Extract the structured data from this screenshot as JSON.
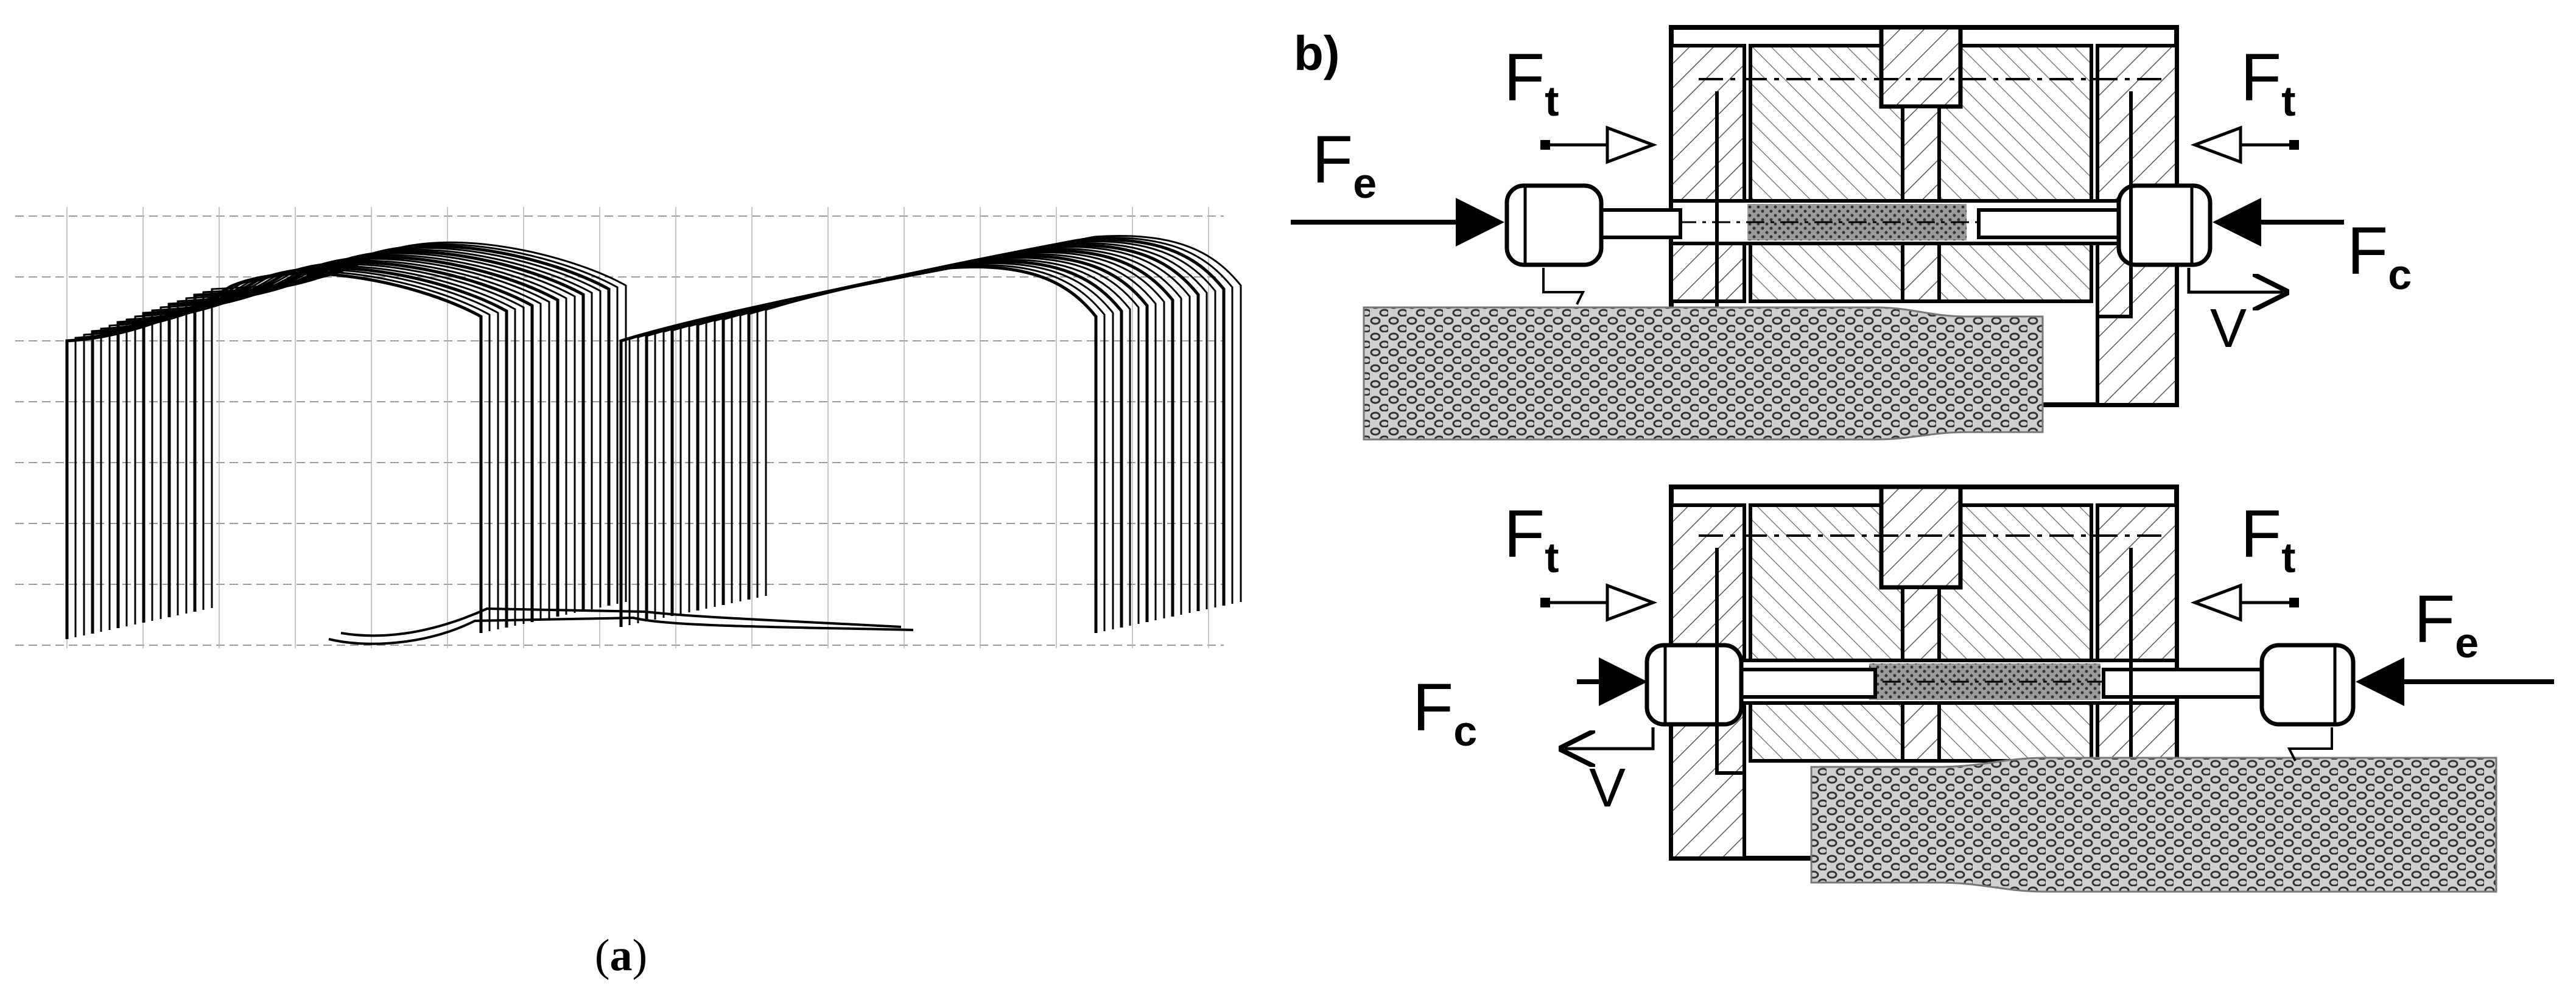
{
  "panel_a": {
    "caption_open": "(",
    "caption_letter": "a",
    "caption_close": ")"
  },
  "panel_b": {
    "label": "b)",
    "top": {
      "force_tool_left": {
        "main": "F",
        "sub": "t"
      },
      "force_tool_right": {
        "main": "F",
        "sub": "t"
      },
      "force_extrusion": {
        "main": "F",
        "sub": "e"
      },
      "force_counter": {
        "main": "F",
        "sub": "c"
      },
      "velocity": "V"
    },
    "bottom": {
      "force_tool_left": {
        "main": "F",
        "sub": "t"
      },
      "force_tool_right": {
        "main": "F",
        "sub": "t"
      },
      "force_counter": {
        "main": "F",
        "sub": "c"
      },
      "force_extrusion": {
        "main": "F",
        "sub": "e"
      },
      "velocity": "V"
    }
  },
  "colors": {
    "ink": "#000000",
    "hatch": "#444444",
    "billet_fill": "#d8d8d8",
    "billet_dot": "#555555",
    "grid": "#9a9a9a"
  }
}
